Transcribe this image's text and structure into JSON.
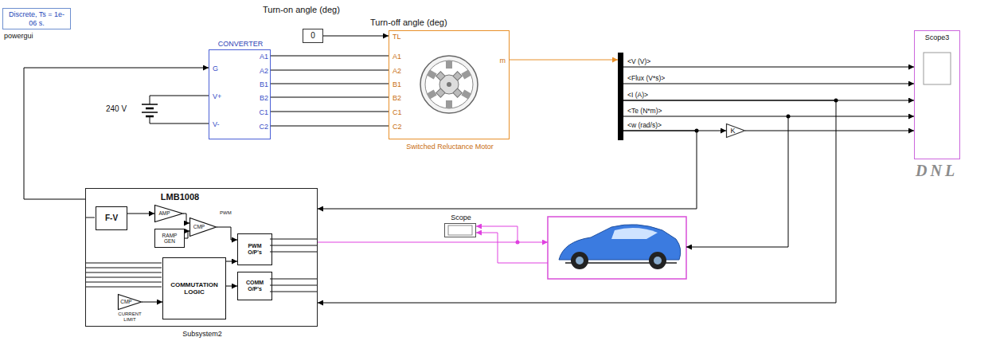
{
  "diagram": {
    "nodes": [
      {
        "text": [
          "Discrete, Ts = 1e-06 s.",
          "powergui"
        ]
      },
      {
        "text": [
          "0"
        ]
      },
      {
        "text": [
          "CONVERTER",
          "G",
          "V+",
          "V-",
          "A1",
          "A2",
          "B1",
          "B2",
          "C1",
          "C2"
        ]
      },
      {
        "text": [
          "TL",
          "A1",
          "A2",
          "B1",
          "B2",
          "C1",
          "C2",
          "m",
          "Switched Reluctance Motor"
        ]
      },
      {
        "text": [
          "<V (V)>",
          "<Flux (V*s)>",
          "<I (A)>",
          "<Te (N*m)>",
          "<w (rad/s)>"
        ]
      },
      {
        "text": [
          "K"
        ]
      },
      {
        "text": [
          "Scope3"
        ]
      },
      {
        "text": [
          "LMB1008",
          "Subsystem2"
        ]
      },
      {
        "text": [
          "F-V"
        ],
        "in": 7
      },
      {
        "text": [
          "AMP"
        ],
        "in": 7
      },
      {
        "text": [
          "CMP"
        ],
        "in": 7
      },
      {
        "text": [
          "RAMP GEN"
        ],
        "in": 7
      },
      {
        "text": [
          "PWM O/P's"
        ],
        "in": 7
      },
      {
        "text": [
          "COMMUTATION LOGIC"
        ],
        "in": 7
      },
      {
        "text": [
          "COMM O/P's"
        ],
        "in": 7
      },
      {
        "text": [
          "CMP",
          "CURRENT LIMIT"
        ],
        "in": 7
      },
      {
        "text": [
          "Scope"
        ]
      }
    ],
    "edges": [
      {
        "from": 1,
        "to": 3,
        "arrow": "to"
      },
      {
        "from": 2,
        "to": 3,
        "arrow": "none"
      },
      {
        "from": 2,
        "to": 3,
        "arrow": "none"
      },
      {
        "from": 2,
        "to": 3,
        "arrow": "none"
      },
      {
        "from": 2,
        "to": 3,
        "arrow": "none"
      },
      {
        "from": 2,
        "to": 3,
        "arrow": "none"
      },
      {
        "from": 2,
        "to": 3,
        "arrow": "none"
      },
      {
        "from": 3,
        "to": 4,
        "arrow": "to"
      },
      {
        "from": 4,
        "to": 6,
        "arrow": "to"
      },
      {
        "from": 4,
        "to": 6,
        "arrow": "to"
      },
      {
        "from": 4,
        "to": 6,
        "arrow": "to"
      },
      {
        "from": 4,
        "to": 6,
        "arrow": "to"
      },
      {
        "from": 4,
        "to": 5,
        "arrow": "to"
      },
      {
        "from": 5,
        "to": 6,
        "arrow": "to"
      },
      {
        "from": 4,
        "to": 7,
        "arrow": "to"
      },
      {
        "from": 4,
        "to": 7,
        "arrow": "to"
      },
      {
        "from": 7,
        "to": 2,
        "arrow": "to"
      },
      {
        "from": 7,
        "to": 16,
        "arrow": "to"
      },
      {
        "from": 8,
        "to": 9,
        "arrow": "to"
      },
      {
        "from": 9,
        "to": 10,
        "arrow": "to"
      },
      {
        "from": 11,
        "to": 10,
        "arrow": "to"
      },
      {
        "from": 10,
        "to": 12,
        "arrow": "to"
      },
      {
        "from": 13,
        "to": 12,
        "arrow": "to"
      },
      {
        "from": 13,
        "to": 14,
        "arrow": "to"
      },
      {
        "from": 15,
        "to": 13,
        "arrow": "to"
      }
    ],
    "labels": [
      "Turn-on angle (deg)",
      "Turn-off angle (deg)",
      "240 V",
      "PWM",
      "DNL"
    ]
  }
}
